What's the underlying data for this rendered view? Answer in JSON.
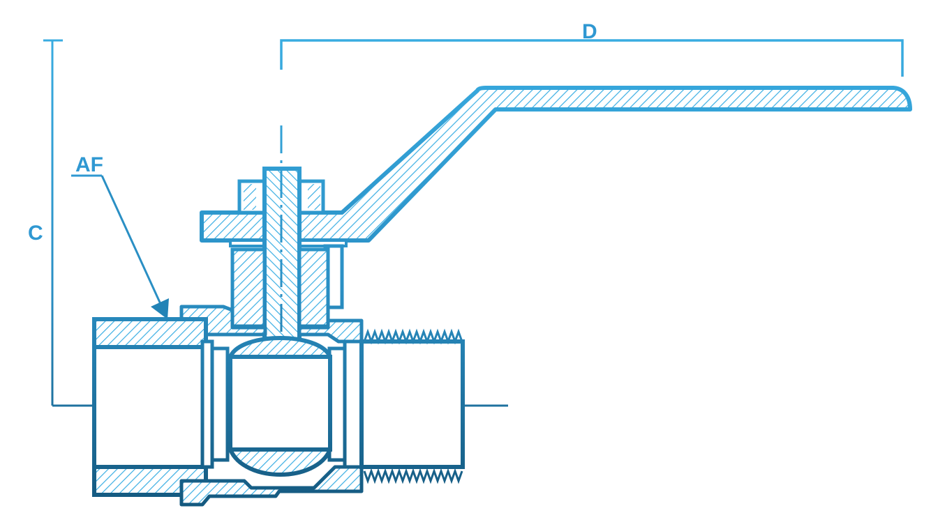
{
  "diagram": {
    "labels": {
      "height": "C",
      "handle_length": "D",
      "across_flats": "AF"
    }
  },
  "colors": {
    "gradient_top": "#3aaee3",
    "gradient_mid": "#2a8fc4",
    "gradient_bottom": "#14587e",
    "label_color": "#2f98d2"
  }
}
